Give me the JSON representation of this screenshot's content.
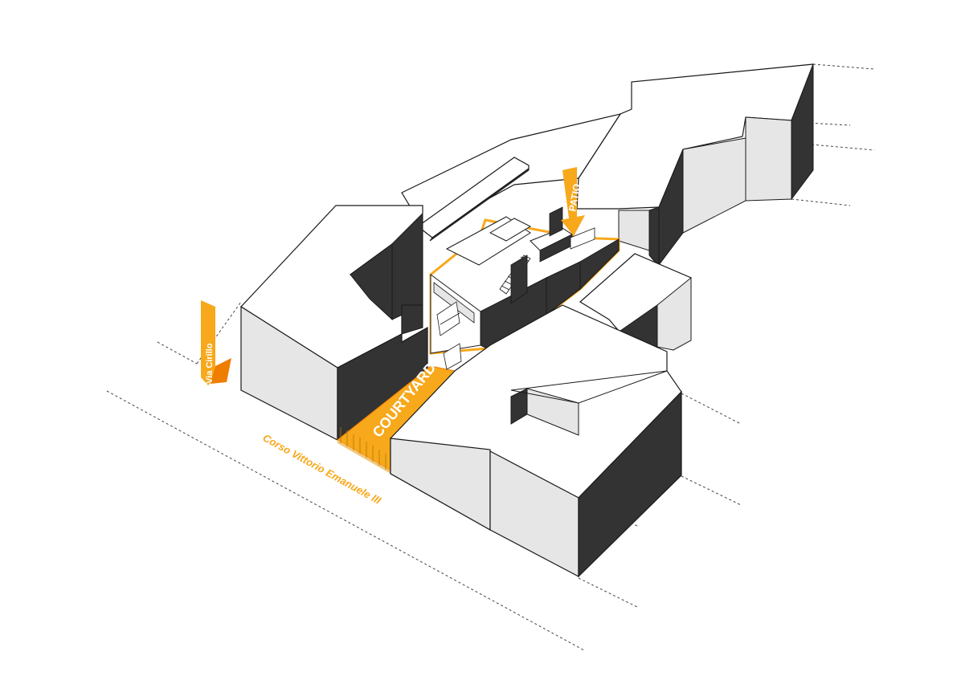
{
  "labels": {
    "courtyard": "COURTYARD",
    "patio": "PATIO",
    "via_cirillo": "Via Cirillo",
    "street": "Corso Vittorio Emanuele III"
  },
  "colors": {
    "accent": "#f7a81b",
    "accent_dark": "#ef7d00",
    "wall_dark": "#333333",
    "roof_light": "#e6e6e6",
    "outline": "#1a1a1a"
  }
}
